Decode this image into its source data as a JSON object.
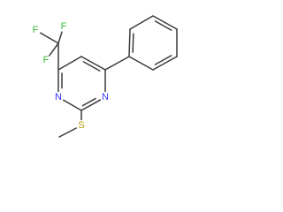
{
  "molecule": {
    "atoms": [
      {
        "id": "C2",
        "element": "C",
        "label": ""
      },
      {
        "id": "N3",
        "element": "N",
        "label": "N"
      },
      {
        "id": "C4",
        "element": "C",
        "label": ""
      },
      {
        "id": "C5",
        "element": "C",
        "label": ""
      },
      {
        "id": "C6",
        "element": "C",
        "label": ""
      },
      {
        "id": "N1",
        "element": "N",
        "label": "N"
      },
      {
        "id": "S",
        "element": "S",
        "label": "S"
      },
      {
        "id": "CH3",
        "element": "C",
        "label": ""
      },
      {
        "id": "CF3",
        "element": "C",
        "label": ""
      },
      {
        "id": "F1",
        "element": "F",
        "label": "F"
      },
      {
        "id": "F2",
        "element": "F",
        "label": "F"
      },
      {
        "id": "F3",
        "element": "F",
        "label": "F"
      },
      {
        "id": "P1",
        "element": "C",
        "label": ""
      },
      {
        "id": "P2",
        "element": "C",
        "label": ""
      },
      {
        "id": "P3",
        "element": "C",
        "label": ""
      },
      {
        "id": "P4",
        "element": "C",
        "label": ""
      },
      {
        "id": "P5",
        "element": "C",
        "label": ""
      },
      {
        "id": "P6",
        "element": "C",
        "label": ""
      }
    ],
    "bonds": [
      {
        "a": "C2",
        "b": "N3",
        "order": 2
      },
      {
        "a": "N3",
        "b": "C4",
        "order": 1
      },
      {
        "a": "C4",
        "b": "C5",
        "order": 2
      },
      {
        "a": "C5",
        "b": "C6",
        "order": 1
      },
      {
        "a": "C6",
        "b": "N1",
        "order": 2
      },
      {
        "a": "N1",
        "b": "C2",
        "order": 1
      },
      {
        "a": "C2",
        "b": "S",
        "order": 1
      },
      {
        "a": "S",
        "b": "CH3",
        "order": 1
      },
      {
        "a": "C6",
        "b": "CF3",
        "order": 1
      },
      {
        "a": "CF3",
        "b": "F1",
        "order": 1
      },
      {
        "a": "CF3",
        "b": "F2",
        "order": 1
      },
      {
        "a": "CF3",
        "b": "F3",
        "order": 1
      },
      {
        "a": "C4",
        "b": "P1",
        "order": 1
      },
      {
        "a": "P1",
        "b": "P2",
        "order": 2
      },
      {
        "a": "P2",
        "b": "P3",
        "order": 1
      },
      {
        "a": "P3",
        "b": "P4",
        "order": 2
      },
      {
        "a": "P4",
        "b": "P5",
        "order": 1
      },
      {
        "a": "P5",
        "b": "P6",
        "order": 2
      },
      {
        "a": "P6",
        "b": "P1",
        "order": 1
      }
    ]
  },
  "colors": {
    "bond": "#3a3a3a",
    "N": "#3333ff",
    "S": "#b8a000",
    "F": "#33bb33",
    "background": "#ffffff"
  }
}
